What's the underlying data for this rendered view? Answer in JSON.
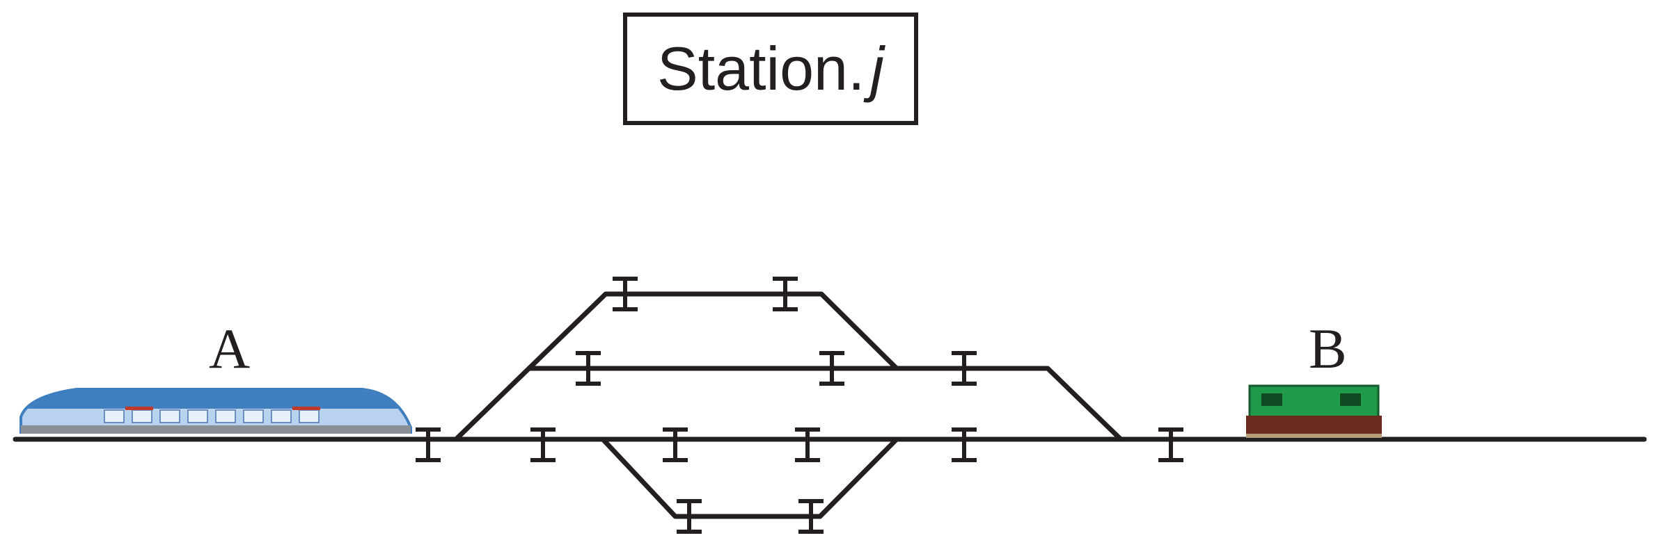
{
  "station": {
    "name": "Station.",
    "variable": "j"
  },
  "trains": [
    {
      "label": "A",
      "kind": "passenger-train"
    },
    {
      "label": "B",
      "kind": "locomotive"
    }
  ],
  "colors": {
    "track": "#231f20",
    "train_a_body": "#b9d3ee",
    "train_a_roof": "#3f7fbf",
    "train_b_body": "#1f9a4a",
    "train_b_base": "#6b2a1e"
  }
}
